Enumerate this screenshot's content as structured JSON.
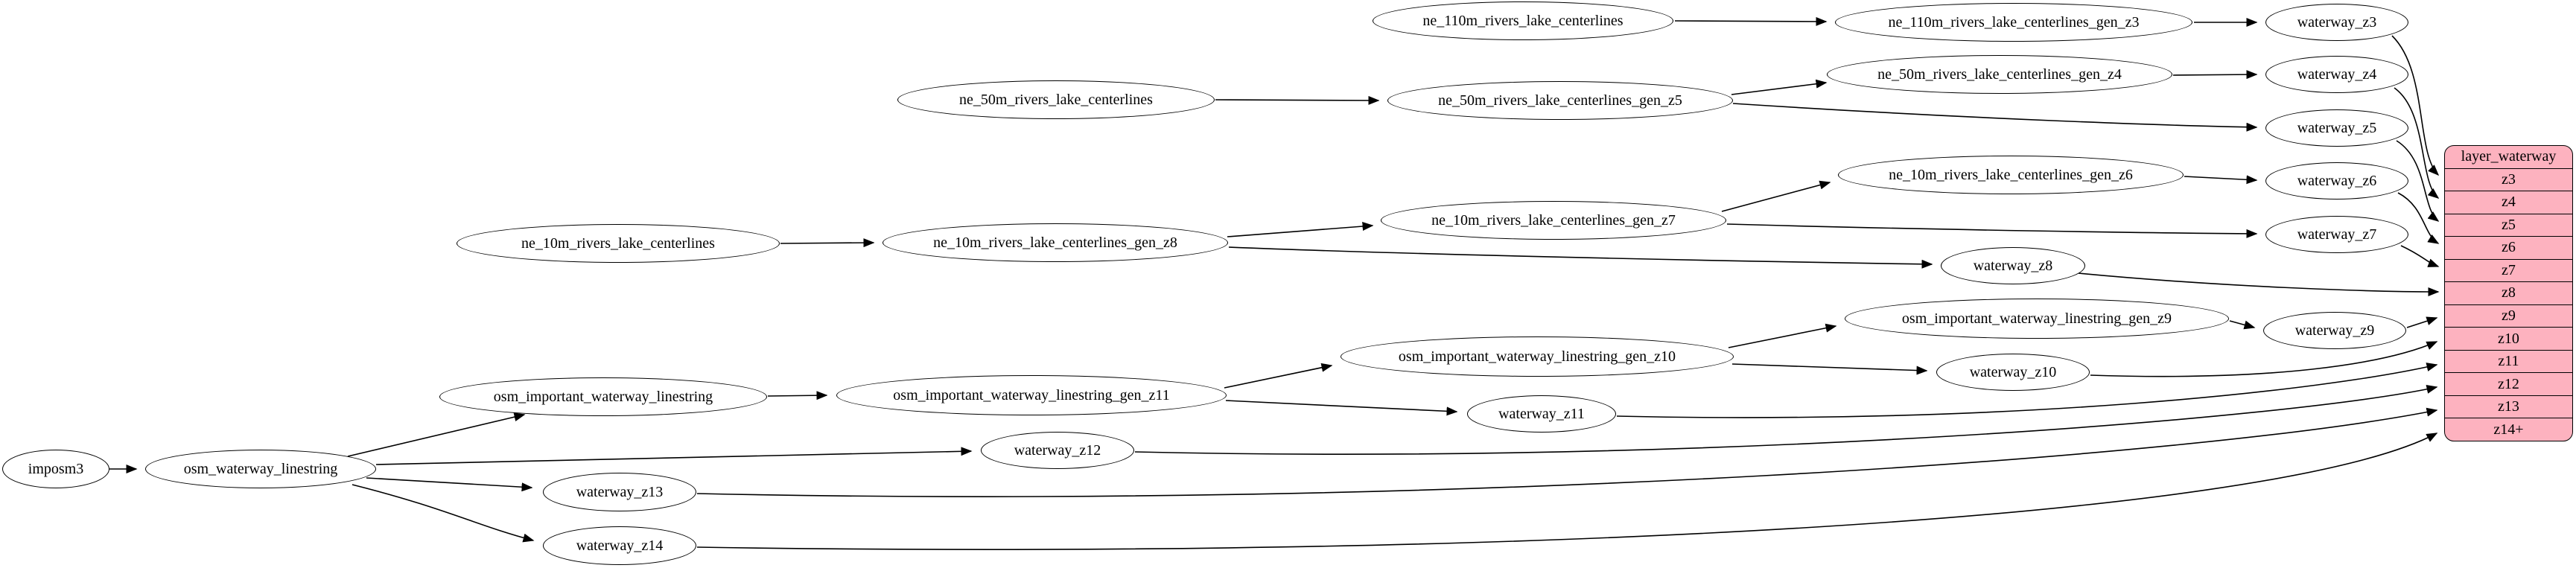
{
  "colors": {
    "background": "#ffffff",
    "node_fill": "#ffffff",
    "node_stroke": "#000000",
    "edge_stroke": "#000000",
    "table_fill": "#fdb2bf"
  },
  "nodes": {
    "imposm3": {
      "label": "imposm3"
    },
    "osm_waterway_linestring": {
      "label": "osm_waterway_linestring"
    },
    "osm_important_waterway_linestring": {
      "label": "osm_important_waterway_linestring"
    },
    "osm_important_waterway_linestring_gen_z11": {
      "label": "osm_important_waterway_linestring_gen_z11"
    },
    "osm_important_waterway_linestring_gen_z10": {
      "label": "osm_important_waterway_linestring_gen_z10"
    },
    "osm_important_waterway_linestring_gen_z9": {
      "label": "osm_important_waterway_linestring_gen_z9"
    },
    "ne_110m_rivers_lake_centerlines": {
      "label": "ne_110m_rivers_lake_centerlines"
    },
    "ne_110m_rivers_lake_centerlines_gen_z3": {
      "label": "ne_110m_rivers_lake_centerlines_gen_z3"
    },
    "ne_50m_rivers_lake_centerlines": {
      "label": "ne_50m_rivers_lake_centerlines"
    },
    "ne_50m_rivers_lake_centerlines_gen_z5": {
      "label": "ne_50m_rivers_lake_centerlines_gen_z5"
    },
    "ne_50m_rivers_lake_centerlines_gen_z4": {
      "label": "ne_50m_rivers_lake_centerlines_gen_z4"
    },
    "ne_10m_rivers_lake_centerlines": {
      "label": "ne_10m_rivers_lake_centerlines"
    },
    "ne_10m_rivers_lake_centerlines_gen_z8": {
      "label": "ne_10m_rivers_lake_centerlines_gen_z8"
    },
    "ne_10m_rivers_lake_centerlines_gen_z7": {
      "label": "ne_10m_rivers_lake_centerlines_gen_z7"
    },
    "ne_10m_rivers_lake_centerlines_gen_z6": {
      "label": "ne_10m_rivers_lake_centerlines_gen_z6"
    },
    "waterway_z3": {
      "label": "waterway_z3"
    },
    "waterway_z4": {
      "label": "waterway_z4"
    },
    "waterway_z5": {
      "label": "waterway_z5"
    },
    "waterway_z6": {
      "label": "waterway_z6"
    },
    "waterway_z7": {
      "label": "waterway_z7"
    },
    "waterway_z8": {
      "label": "waterway_z8"
    },
    "waterway_z9": {
      "label": "waterway_z9"
    },
    "waterway_z10": {
      "label": "waterway_z10"
    },
    "waterway_z11": {
      "label": "waterway_z11"
    },
    "waterway_z12": {
      "label": "waterway_z12"
    },
    "waterway_z13": {
      "label": "waterway_z13"
    },
    "waterway_z14": {
      "label": "waterway_z14"
    }
  },
  "table": {
    "title": "layer_waterway",
    "rows": [
      "z3",
      "z4",
      "z5",
      "z6",
      "z7",
      "z8",
      "z9",
      "z10",
      "z11",
      "z12",
      "z13",
      "z14+"
    ]
  }
}
